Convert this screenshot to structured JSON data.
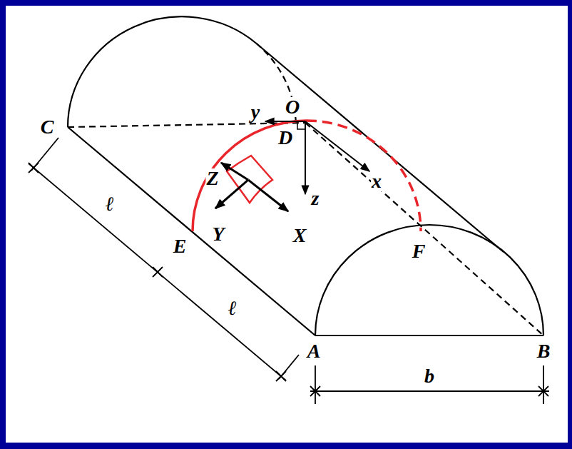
{
  "diagram": {
    "labels": [
      "C",
      "ℓ",
      "ℓ",
      "E",
      "A",
      "B",
      "b",
      "y",
      "O",
      "D",
      "x",
      "z",
      "Z",
      "Y",
      "X",
      "F"
    ]
  }
}
